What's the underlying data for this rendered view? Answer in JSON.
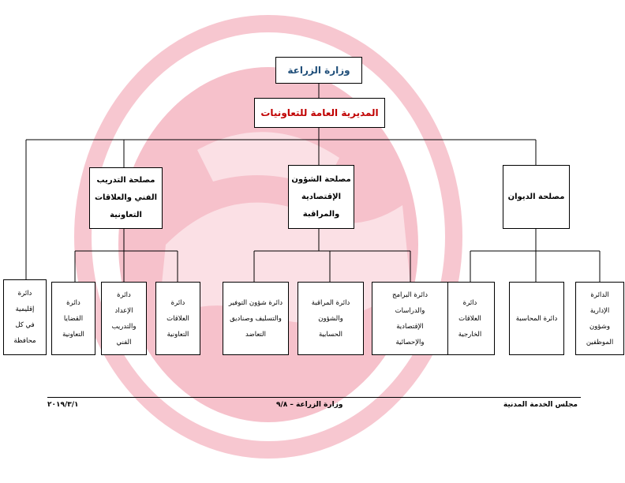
{
  "ministry": "وزارة الزراعة",
  "general_directorate": "المديرية العامة للتعاونيات",
  "departments": {
    "diwan": "مصلحة الديوان",
    "economic": "مصلحة الشؤون\nالإقتصادية\nوالمراقبة",
    "training": "مصلحة التدريب\nالفني والعلاقات\nالتعاونية"
  },
  "directorates": {
    "admin_staff": "الدائرة\nالإدارية\nوشؤون\nالموظفين",
    "accounting": "دائرة المحاسبة",
    "external": "دائرة\nالعلاقات\nالخارجية",
    "programs": "دائرة البرامج\nوالدراسات\nالإقتصادية\nوالإحصائية",
    "monitoring": "دائرة المراقبة\nوالشؤون\nالحسابية",
    "savings": "دائرة شؤون التوفير\nوالتسليف وصناديق\nالتعاضد",
    "coop_relations": "دائرة\nالعلاقات\nالتعاونية",
    "training": "دائرة\nالإعداد\nوالتدريب\nالفني",
    "coop_issues": "دائرة\nالقضايا\nالتعاونية",
    "regional": "دائرة\nإقليمية\nفي كل\nمحافظة"
  },
  "footer": {
    "left": "مجلس الخدمة المدنية",
    "center": "وزارة الزراعة – ٩/٨",
    "right": "٢٠١٩/٣/١"
  },
  "colors": {
    "ministry_text": "#1f4e79",
    "general_text": "#c00000",
    "watermark": "#f4b6c2"
  }
}
